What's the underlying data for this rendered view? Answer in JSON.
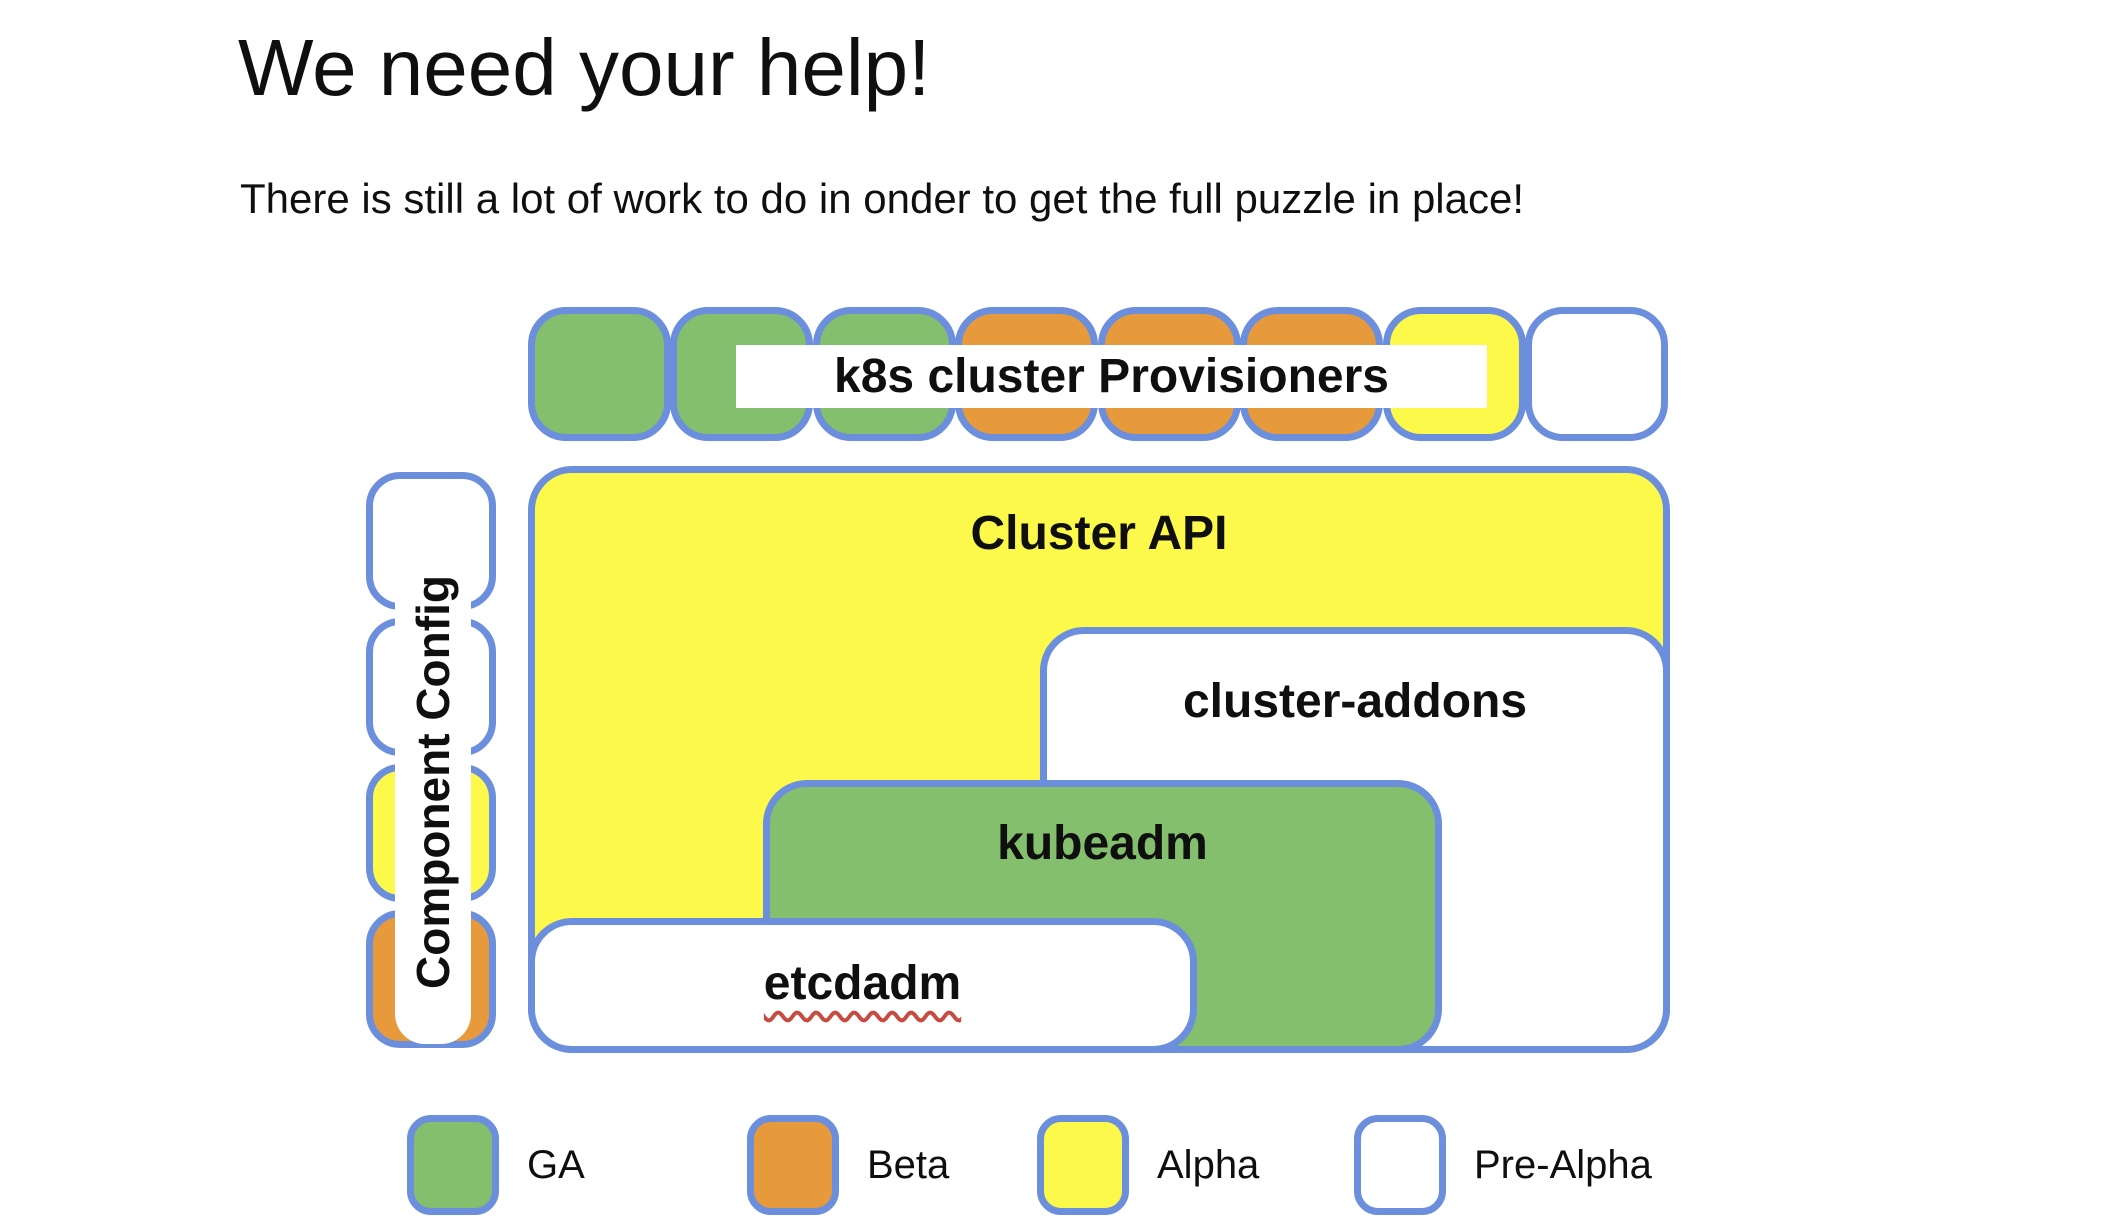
{
  "slide": {
    "title": "We need your help!",
    "subtitle": "There is still a lot of work to do in onder to get the full puzzle in place!"
  },
  "colors": {
    "ga": "#83BF6D",
    "beta": "#E79A3C",
    "alpha": "#FCF94A",
    "prealpha": "#FFFFFF",
    "border": "#6B8EDD",
    "squiggle": "#C74B40"
  },
  "diagram": {
    "provisioners": {
      "label": "k8s cluster Provisioners",
      "pieces": [
        "ga",
        "ga",
        "ga",
        "beta",
        "beta",
        "beta",
        "alpha",
        "prealpha"
      ]
    },
    "component_config": {
      "label": "Component Config",
      "pieces": [
        "prealpha",
        "prealpha",
        "alpha",
        "beta"
      ]
    },
    "boxes": {
      "cluster_api": "Cluster API",
      "cluster_addons": "cluster-addons",
      "kubeadm": "kubeadm",
      "etcdadm": "etcdadm"
    }
  },
  "legend": {
    "items": [
      {
        "key": "ga",
        "label": "GA"
      },
      {
        "key": "beta",
        "label": "Beta"
      },
      {
        "key": "alpha",
        "label": "Alpha"
      },
      {
        "key": "prealpha",
        "label": "Pre-Alpha"
      }
    ]
  }
}
